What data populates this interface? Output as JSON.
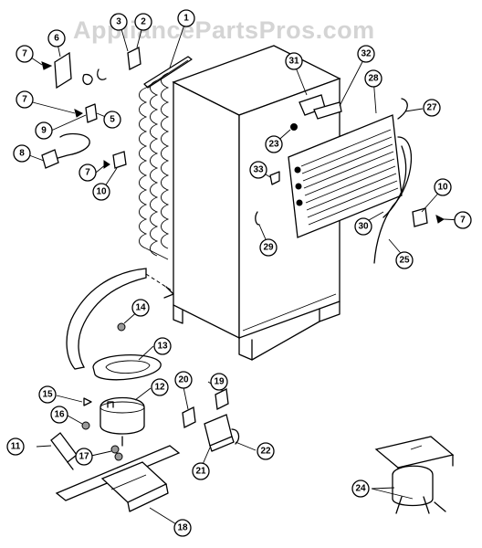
{
  "watermark": "AppliancePartsPros.com",
  "callouts": [
    {
      "id": "c1",
      "label": "1"
    },
    {
      "id": "c2",
      "label": "2"
    },
    {
      "id": "c3",
      "label": "3"
    },
    {
      "id": "c5",
      "label": "5"
    },
    {
      "id": "c6",
      "label": "6"
    },
    {
      "id": "c7a",
      "label": "7"
    },
    {
      "id": "c7b",
      "label": "7"
    },
    {
      "id": "c7c",
      "label": "7"
    },
    {
      "id": "c7d",
      "label": "7"
    },
    {
      "id": "c8",
      "label": "8"
    },
    {
      "id": "c9",
      "label": "9"
    },
    {
      "id": "c10a",
      "label": "10"
    },
    {
      "id": "c10b",
      "label": "10"
    },
    {
      "id": "c11",
      "label": "11"
    },
    {
      "id": "c12",
      "label": "12"
    },
    {
      "id": "c13",
      "label": "13"
    },
    {
      "id": "c14",
      "label": "14"
    },
    {
      "id": "c15",
      "label": "15"
    },
    {
      "id": "c16",
      "label": "16"
    },
    {
      "id": "c17",
      "label": "17"
    },
    {
      "id": "c18",
      "label": "18"
    },
    {
      "id": "c19",
      "label": "19"
    },
    {
      "id": "c20",
      "label": "20"
    },
    {
      "id": "c21",
      "label": "21"
    },
    {
      "id": "c22",
      "label": "22"
    },
    {
      "id": "c23",
      "label": "23"
    },
    {
      "id": "c24",
      "label": "24"
    },
    {
      "id": "c25",
      "label": "25"
    },
    {
      "id": "c27",
      "label": "27"
    },
    {
      "id": "c28",
      "label": "28"
    },
    {
      "id": "c29",
      "label": "29"
    },
    {
      "id": "c30",
      "label": "30"
    },
    {
      "id": "c31",
      "label": "31"
    },
    {
      "id": "c32",
      "label": "32"
    },
    {
      "id": "c33",
      "label": "33"
    }
  ]
}
